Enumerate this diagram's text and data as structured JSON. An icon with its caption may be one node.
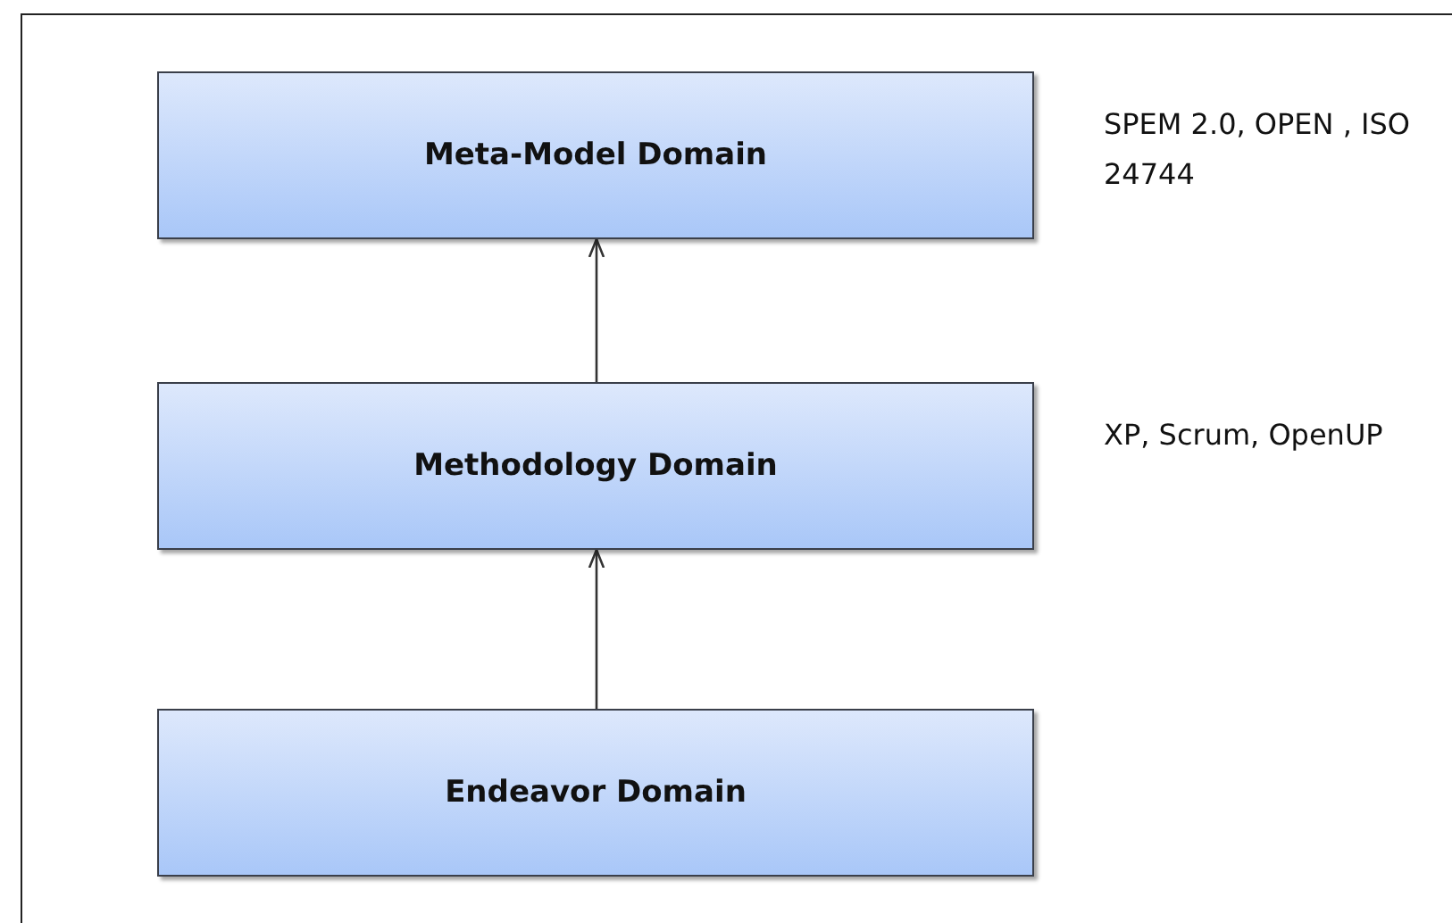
{
  "diagram": {
    "nodes": [
      {
        "text": [
          "Meta-Model Domain"
        ],
        "beside": [
          "SPEM 2.0, OPEN , ISO 24744"
        ]
      },
      {
        "text": [
          "Methodology Domain"
        ],
        "beside": [
          "XP, Scrum, OpenUP"
        ]
      },
      {
        "text": [
          "Endeavor Domain"
        ]
      }
    ],
    "edges": [
      {
        "from": 1,
        "to": 0,
        "arrow": "to"
      },
      {
        "from": 2,
        "to": 1,
        "arrow": "to"
      }
    ]
  }
}
